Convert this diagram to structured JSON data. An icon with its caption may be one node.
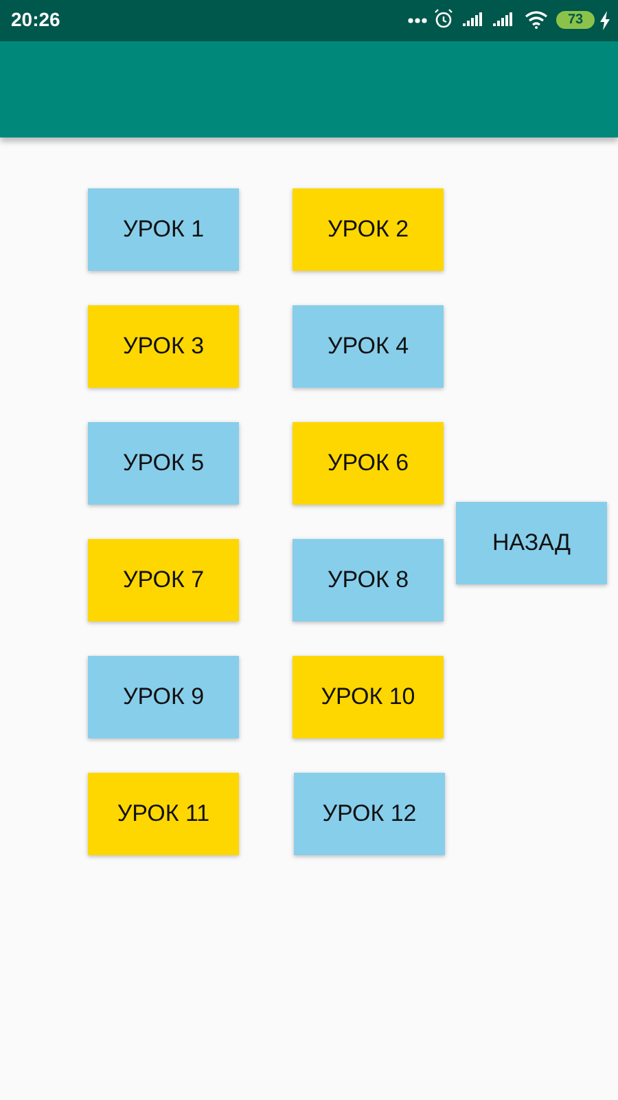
{
  "diagram": {
    "nodes": [
      {
        "text": [],
        "shape": "bar"
      },
      {
        "text": [
          "УРОК 1"
        ]
      },
      {
        "text": [
          "УРОК 2"
        ]
      },
      {
        "text": [
          "УРОК 3"
        ]
      },
      {
        "text": [
          "УРОК 4"
        ]
      },
      {
        "text": [
          "УРОК 5"
        ]
      },
      {
        "text": [
          "УРОК 6"
        ]
      },
      {
        "text": [
          "НАЗАД"
        ]
      },
      {
        "text": [
          "УРОК 7"
        ]
      },
      {
        "text": [
          "УРОК 8"
        ]
      },
      {
        "text": [
          "УРОК 9"
        ]
      },
      {
        "text": [
          "УРОК 10"
        ]
      },
      {
        "text": [
          "УРОК 11"
        ]
      },
      {
        "text": [
          "УРОК 12"
        ]
      }
    ],
    "labels": [
      "20:26",
      "73"
    ]
  }
}
